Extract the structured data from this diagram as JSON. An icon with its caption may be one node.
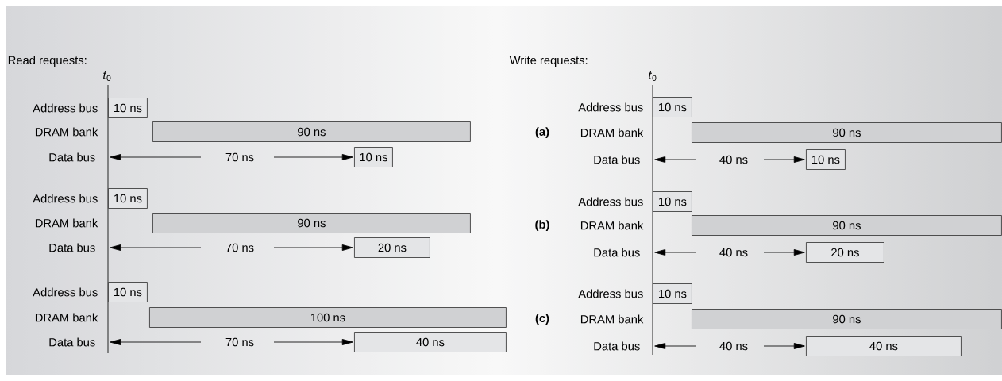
{
  "diagram": {
    "nodes": [
      {
        "text": [
          "10 ns"
        ]
      },
      {
        "text": [
          "90 ns"
        ]
      },
      {
        "text": [
          "10 ns"
        ]
      },
      {
        "text": [
          "10 ns"
        ]
      },
      {
        "text": [
          "90 ns"
        ]
      },
      {
        "text": [
          "20 ns"
        ]
      },
      {
        "text": [
          "10 ns"
        ]
      },
      {
        "text": [
          "100 ns"
        ]
      },
      {
        "text": [
          "40 ns"
        ]
      },
      {
        "text": [
          "10 ns"
        ]
      },
      {
        "text": [
          "90 ns"
        ]
      },
      {
        "text": [
          "10 ns"
        ]
      },
      {
        "text": [
          "10 ns"
        ]
      },
      {
        "text": [
          "90 ns"
        ]
      },
      {
        "text": [
          "20 ns"
        ]
      },
      {
        "text": [
          "10 ns"
        ]
      },
      {
        "text": [
          "90 ns"
        ]
      },
      {
        "text": [
          "40 ns"
        ]
      }
    ],
    "labels": [
      "Read requests:",
      "*t*$_{0}$",
      "Address bus",
      "DRAM bank",
      "Data bus",
      "70 ns",
      "Address bus",
      "DRAM bank",
      "Data bus",
      "70 ns",
      "Address bus",
      "DRAM bank",
      "Data bus",
      "70 ns",
      "Write requests:",
      "*t*$_{0}$",
      "Address bus",
      "(a)",
      "DRAM bank",
      "Data bus",
      "40 ns",
      "Address bus",
      "(b)",
      "DRAM bank",
      "Data bus",
      "40 ns",
      "Address bus",
      "(c)",
      "DRAM bank",
      "Data bus",
      "40 ns"
    ]
  }
}
